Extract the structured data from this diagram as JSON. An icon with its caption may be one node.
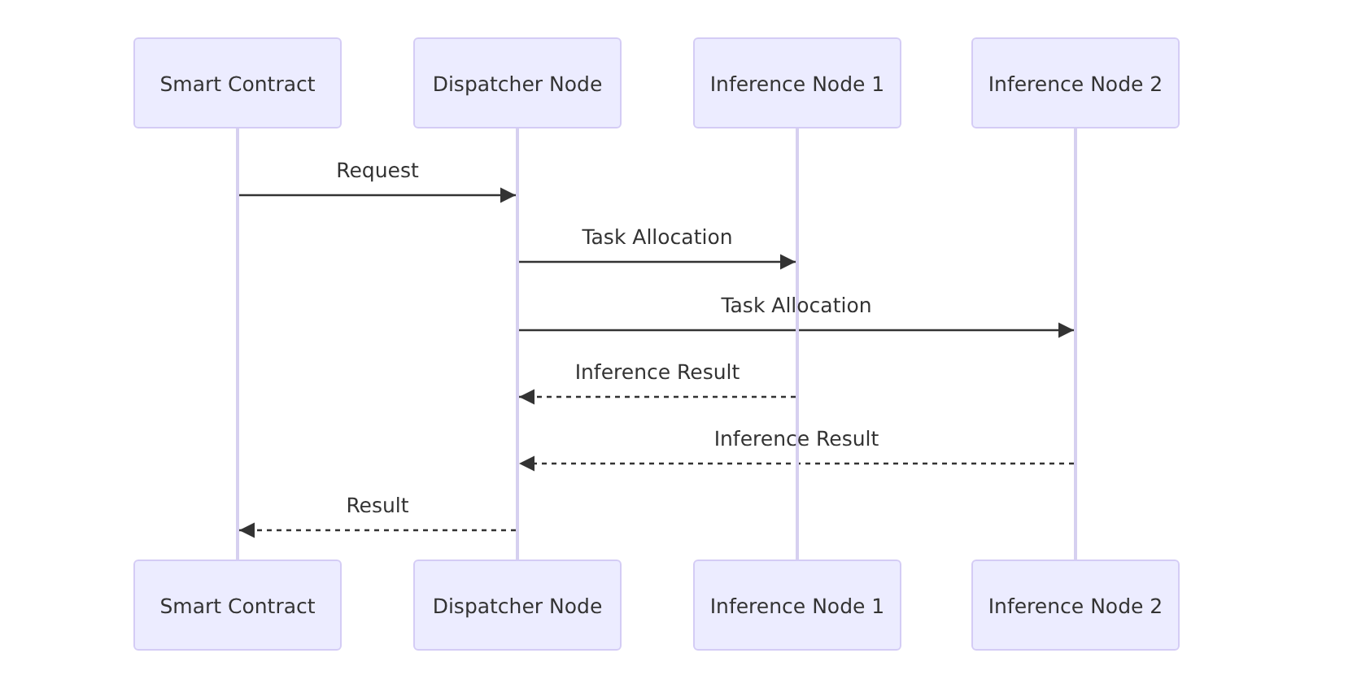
{
  "diagram": {
    "nodes": [
      {
        "text": [
          "Smart Contract"
        ]
      },
      {
        "text": [
          "Dispatcher Node"
        ]
      },
      {
        "text": [
          "Inference Node 1"
        ]
      },
      {
        "text": [
          "Inference Node 2"
        ]
      },
      {
        "text": [],
        "shape": "bar"
      },
      {
        "text": [],
        "shape": "bar"
      },
      {
        "text": [],
        "shape": "bar"
      },
      {
        "text": [],
        "shape": "bar"
      },
      {
        "text": [
          "Smart Contract"
        ]
      },
      {
        "text": [
          "Dispatcher Node"
        ]
      },
      {
        "text": [
          "Inference Node 1"
        ]
      },
      {
        "text": [
          "Inference Node 2"
        ]
      }
    ],
    "edges": [
      {
        "from": 4,
        "to": 5,
        "arrow": "to",
        "label": "Request"
      },
      {
        "from": 5,
        "to": 6,
        "arrow": "to",
        "label": "Task Allocation"
      },
      {
        "from": 5,
        "to": 7,
        "arrow": "to",
        "label": "Task Allocation"
      },
      {
        "from": 6,
        "to": 5,
        "arrow": "to",
        "label": "Inference Result",
        "style": "dashed"
      },
      {
        "from": 7,
        "to": 5,
        "arrow": "to",
        "label": "Inference Result",
        "style": "dashed"
      },
      {
        "from": 5,
        "to": 4,
        "arrow": "to",
        "label": "Result",
        "style": "dashed"
      }
    ]
  }
}
